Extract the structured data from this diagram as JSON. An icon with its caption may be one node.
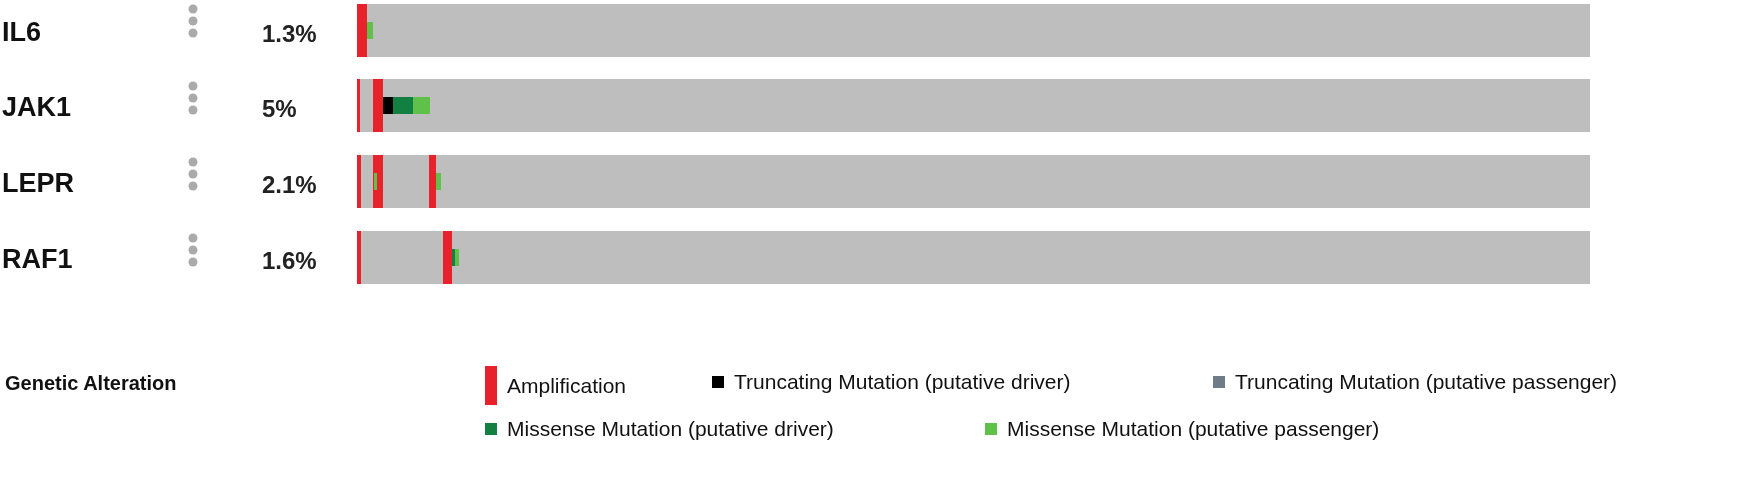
{
  "diagram": {
    "labels": [
      "IL6",
      "1.3%",
      "JAK1",
      "5%",
      "LEPR",
      "2.1%",
      "RAF1",
      "1.6%",
      "Genetic Alteration"
    ],
    "legend": [
      {
        "text": "Amplification",
        "color": "#e8222b"
      },
      {
        "text": "Truncating Mutation (putative driver)",
        "color": "#000000"
      },
      {
        "text": "Truncating Mutation (putative passenger)",
        "color": "#6e7c87"
      },
      {
        "text": "Missense Mutation (putative driver)",
        "color": "#128040"
      },
      {
        "text": "Missense Mutation (putative passenger)",
        "color": "#5fc04a"
      }
    ]
  }
}
